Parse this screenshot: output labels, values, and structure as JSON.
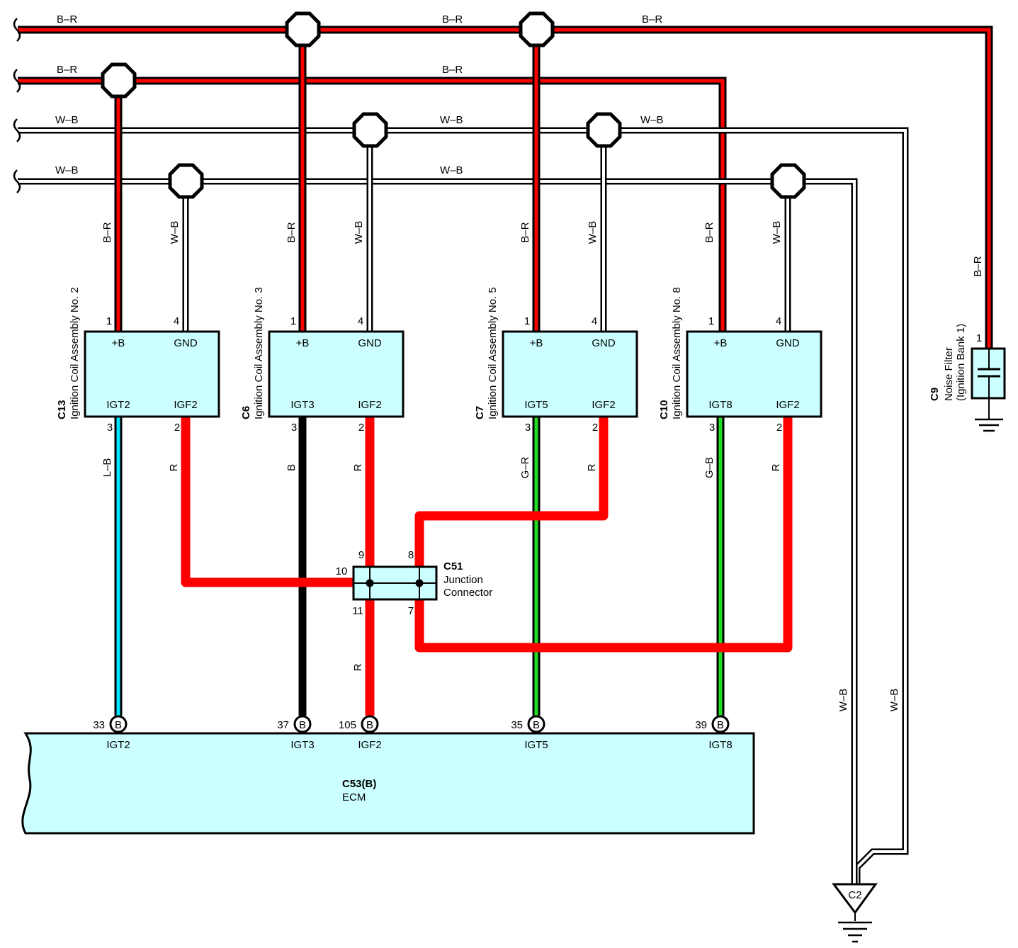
{
  "bus_labels": {
    "top_br": [
      "B–R",
      "B–R",
      "B–R"
    ],
    "second_br": [
      "B–R",
      "B–R"
    ],
    "wb_upper": [
      "W–B",
      "W–B",
      "W–B"
    ],
    "wb_lower": [
      "W–B",
      "W–B"
    ]
  },
  "wire_colors": {
    "B-R": "#ff0000",
    "W-B": "#ffffff",
    "L-B": "#00e5ff",
    "B": "#000000",
    "R": "#ff0000",
    "G-R": "#22dd22",
    "G-B": "#22dd22"
  },
  "box_fill": "#ccffff",
  "coils": [
    {
      "code": "C13",
      "name": "Ignition Coil Assembly No. 2",
      "pin_top_left": "1",
      "pin_top_right": "4",
      "top_left_label": "+B",
      "top_right_label": "GND",
      "bottom_left_label": "IGT2",
      "bottom_right_label": "IGF2",
      "pin_bottom_left": "3",
      "pin_bottom_right": "2",
      "wire_top_left": "B–R",
      "wire_top_right": "W–B",
      "wire_bottom_left": "L–B",
      "wire_bottom_right": "R"
    },
    {
      "code": "C6",
      "name": "Ignition Coil Assembly No. 3",
      "pin_top_left": "1",
      "pin_top_right": "4",
      "top_left_label": "+B",
      "top_right_label": "GND",
      "bottom_left_label": "IGT3",
      "bottom_right_label": "IGF2",
      "pin_bottom_left": "3",
      "pin_bottom_right": "2",
      "wire_top_left": "B–R",
      "wire_top_right": "W–B",
      "wire_bottom_left": "B",
      "wire_bottom_right": "R"
    },
    {
      "code": "C7",
      "name": "Ignition Coil Assembly No. 5",
      "pin_top_left": "1",
      "pin_top_right": "4",
      "top_left_label": "+B",
      "top_right_label": "GND",
      "bottom_left_label": "IGT5",
      "bottom_right_label": "IGF2",
      "pin_bottom_left": "3",
      "pin_bottom_right": "2",
      "wire_top_left": "B–R",
      "wire_top_right": "W–B",
      "wire_bottom_left": "G–R",
      "wire_bottom_right": "R"
    },
    {
      "code": "C10",
      "name": "Ignition Coil Assembly No. 8",
      "pin_top_left": "1",
      "pin_top_right": "4",
      "top_left_label": "+B",
      "top_right_label": "GND",
      "bottom_left_label": "IGT8",
      "bottom_right_label": "IGF2",
      "pin_bottom_left": "3",
      "pin_bottom_right": "2",
      "wire_top_left": "B–R",
      "wire_top_right": "W–B",
      "wire_bottom_left": "G–B",
      "wire_bottom_right": "R"
    }
  ],
  "junction": {
    "code": "C51",
    "line1": "Junction",
    "line2": "Connector",
    "pin_9": "9",
    "pin_8": "8",
    "pin_10": "10",
    "pin_11": "11",
    "pin_7": "7",
    "wire_below": "R"
  },
  "ecm": {
    "code": "C53(B)",
    "name": "ECM",
    "pins": [
      {
        "num": "33",
        "connector": "B",
        "label": "IGT2"
      },
      {
        "num": "37",
        "connector": "B",
        "label": "IGT3"
      },
      {
        "num": "105",
        "connector": "B",
        "label": "IGF2"
      },
      {
        "num": "35",
        "connector": "B",
        "label": "IGT5"
      },
      {
        "num": "39",
        "connector": "B",
        "label": "IGT8"
      }
    ]
  },
  "noise_filter": {
    "code": "C9",
    "line1": "Noise Filter",
    "line2": "(Ignition Bank 1)",
    "pin": "1",
    "wire": "B–R"
  },
  "ground": {
    "code": "C2",
    "wire_left": "W–B",
    "wire_right": "W–B"
  }
}
